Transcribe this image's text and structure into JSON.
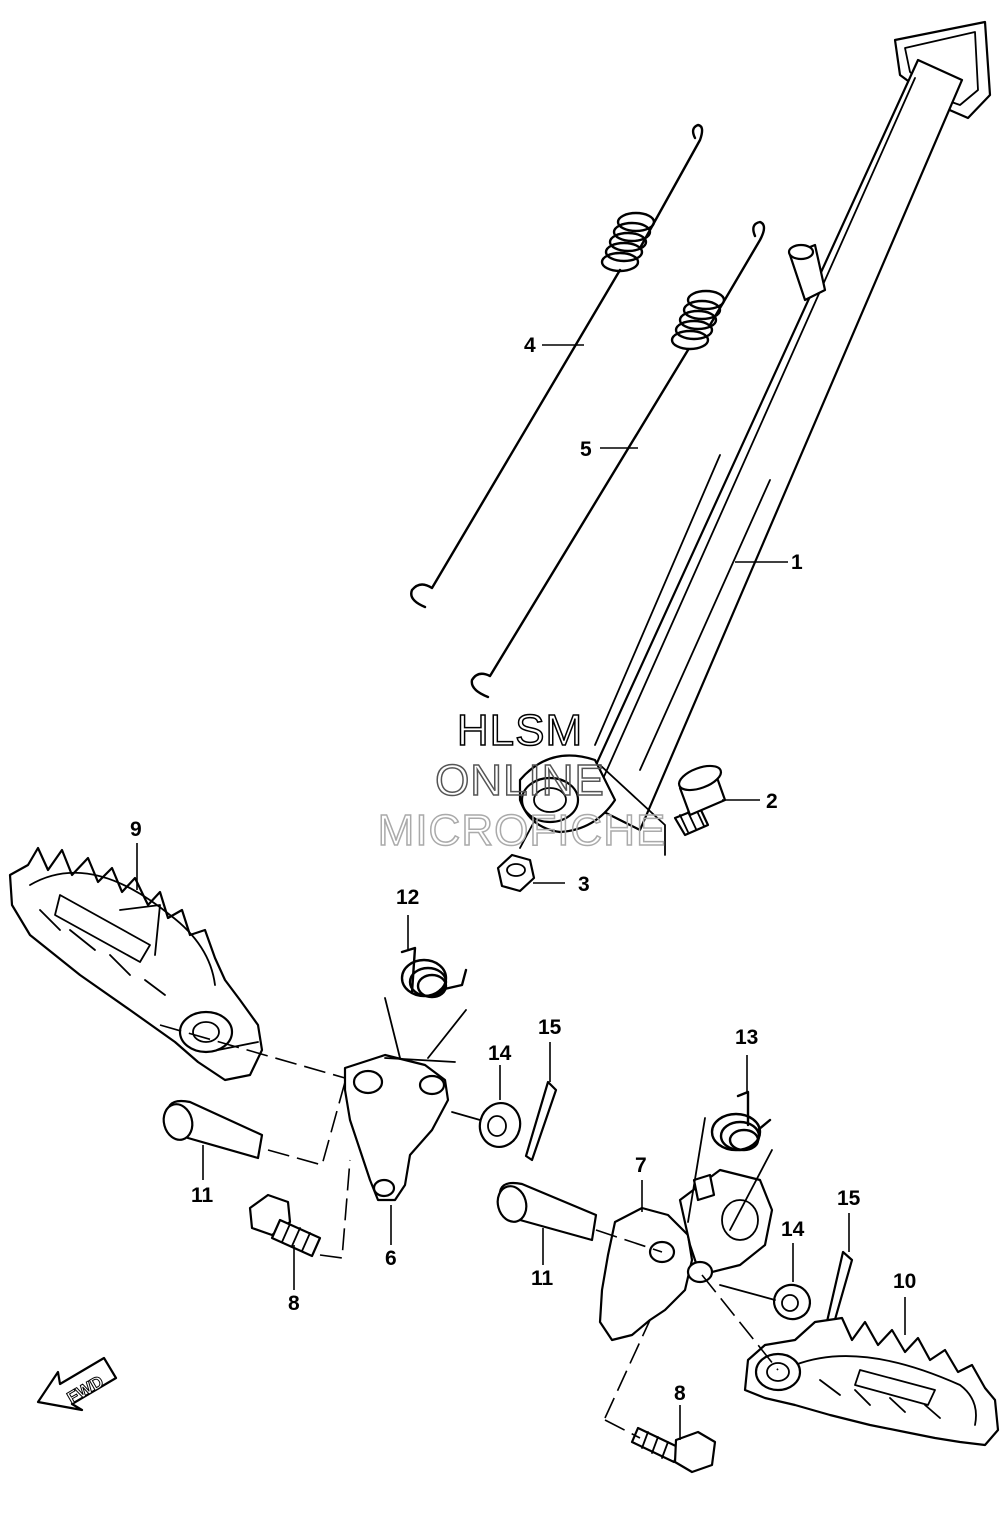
{
  "watermark": {
    "line1": "HLSM",
    "line2": "ONLINE",
    "line3": "MICROFICHE",
    "colors": [
      "#000000",
      "#555555",
      "#aaaaaa"
    ]
  },
  "direction_arrow": {
    "label": "FWD",
    "icon": "fwd-arrow-icon"
  },
  "callouts": {
    "c1": "1",
    "c2": "2",
    "c3": "3",
    "c4": "4",
    "c5": "5",
    "c6": "6",
    "c7": "7",
    "c8a": "8",
    "c8b": "8",
    "c9": "9",
    "c10": "10",
    "c11a": "11",
    "c11b": "11",
    "c12": "12",
    "c13": "13",
    "c14a": "14",
    "c14b": "14",
    "c15a": "15",
    "c15b": "15"
  }
}
